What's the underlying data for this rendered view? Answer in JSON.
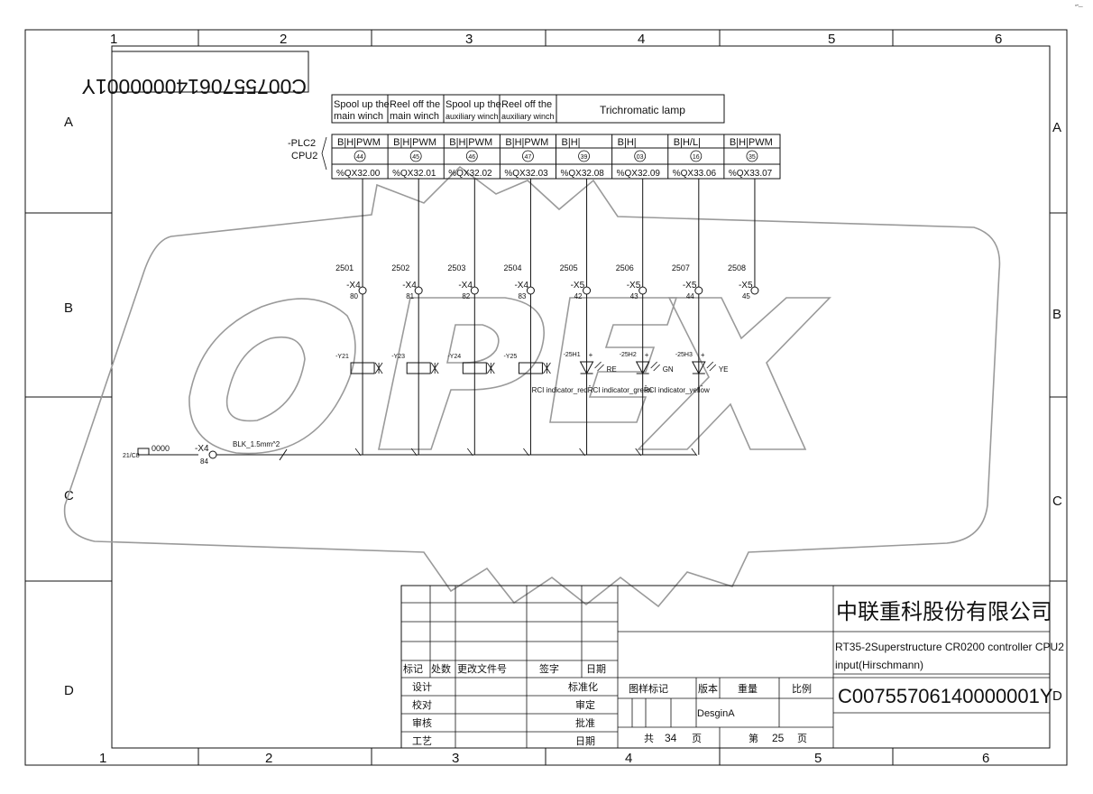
{
  "corner_mark": "°\"---",
  "frame": {
    "columns": [
      "1",
      "2",
      "3",
      "4",
      "5",
      "6"
    ],
    "rows": [
      "A",
      "B",
      "C",
      "D"
    ]
  },
  "watermark": "OPEX",
  "mirrored_drawing_no": "C00755706140000001Y",
  "functions": [
    "Spool up the main winch",
    "Reel off the main winch",
    "Spool up the auxiliary winch",
    "Reel off the auxiliary winch",
    "Trichromatic lamp"
  ],
  "function_lines": [
    [
      "Spool up the",
      "main winch"
    ],
    [
      "Reel off the",
      "main winch"
    ],
    [
      "Spool up the",
      "auxiliary winch"
    ],
    [
      "Reel off the",
      "auxiliary winch"
    ]
  ],
  "plc": {
    "tag": "-PLC2",
    "cpu": "CPU2"
  },
  "outputs": [
    {
      "type": "B|H|PWM",
      "pin": "44",
      "addr": "%QX32.00",
      "wire": "2501",
      "term": "-X4",
      "term_no": "80",
      "device": "-Y21",
      "kind": "valve"
    },
    {
      "type": "B|H|PWM",
      "pin": "45",
      "addr": "%QX32.01",
      "wire": "2502",
      "term": "-X4",
      "term_no": "81",
      "device": "-Y23",
      "kind": "valve"
    },
    {
      "type": "B|H|PWM",
      "pin": "46",
      "addr": "%QX32.02",
      "wire": "2503",
      "term": "-X4",
      "term_no": "82",
      "device": "-Y24",
      "kind": "valve"
    },
    {
      "type": "B|H|PWM",
      "pin": "47",
      "addr": "%QX32.03",
      "wire": "2504",
      "term": "-X4",
      "term_no": "83",
      "device": "-Y25",
      "kind": "valve"
    },
    {
      "type": "B|H|",
      "pin": "39",
      "addr": "%QX32.08",
      "wire": "2505",
      "term": "-X5",
      "term_no": "42",
      "device": "-25H1",
      "kind": "lamp",
      "color": "RE",
      "label": "RCI indicator_red"
    },
    {
      "type": "B|H|",
      "pin": "03",
      "addr": "%QX32.09",
      "wire": "2506",
      "term": "-X5",
      "term_no": "43",
      "device": "-25H2",
      "kind": "lamp",
      "color": "GN",
      "label": "RCI indicator_green"
    },
    {
      "type": "B|H/L|",
      "pin": "16",
      "addr": "%QX33.06",
      "wire": "2507",
      "term": "-X5",
      "term_no": "44",
      "device": "-25H3",
      "kind": "lamp",
      "color": "YE",
      "label": "RCI indicator_yellow"
    },
    {
      "type": "B|H|PWM",
      "pin": "35",
      "addr": "%QX33.07",
      "wire": "2508",
      "term": "-X5",
      "term_no": "45",
      "device": "",
      "kind": "none"
    }
  ],
  "common": {
    "ref": "21/C8",
    "wire": "0000",
    "term": "-X4",
    "term_no": "84",
    "cable": "BLK_1.5mm^2"
  },
  "title_block": {
    "company": "中联重科股份有限公司",
    "title_lines": [
      "RT35-2Superstructure CR0200 controller CPU2",
      "input(Hirschmann)"
    ],
    "drawing_no": "C00755706140000001Y",
    "rev_headers": [
      "标记",
      "处数",
      "更改文件号",
      "签字",
      "日期"
    ],
    "roles_left": [
      "设计",
      "校对",
      "审核",
      "工艺"
    ],
    "roles_right": [
      "标准化",
      "审定",
      "批准",
      "日期"
    ],
    "info_headers": [
      "图样标记",
      "版本",
      "重量",
      "比例"
    ],
    "design_mark": "DesginA",
    "sheet_total_label": "共",
    "sheet_total": "34",
    "sheet_unit": "页",
    "sheet_no_label": "第",
    "sheet_no": "25",
    "plus_sign": "+",
    "minus_sign": "-"
  }
}
